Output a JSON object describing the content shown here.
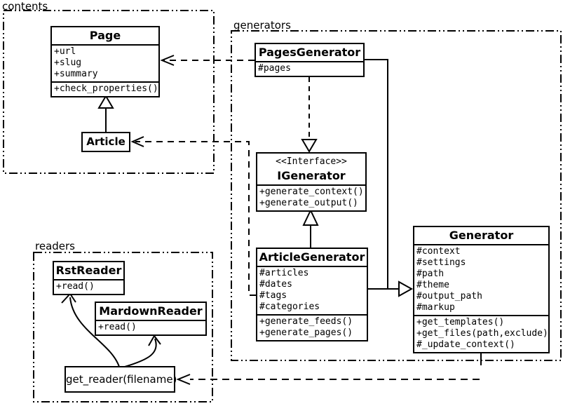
{
  "packages": {
    "contents": {
      "label": "contents"
    },
    "generators": {
      "label": "generators"
    },
    "readers": {
      "label": "readers"
    }
  },
  "classes": {
    "page": {
      "title": "Page",
      "attributes": [
        "+url",
        "+slug",
        "+summary"
      ],
      "methods": [
        "+check_properties()"
      ]
    },
    "article": {
      "title": "Article"
    },
    "pages_generator": {
      "title": "PagesGenerator",
      "attributes": [
        "#pages"
      ]
    },
    "igenerator": {
      "stereotype": "<<Interface>>",
      "title": "IGenerator",
      "methods": [
        "+generate_context()",
        "+generate_output()"
      ]
    },
    "article_generator": {
      "title": "ArticleGenerator",
      "attributes": [
        "#articles",
        "#dates",
        "#tags",
        "#categories"
      ],
      "methods": [
        "+generate_feeds()",
        "+generate_pages()"
      ]
    },
    "generator": {
      "title": "Generator",
      "attributes": [
        "#context",
        "#settings",
        "#path",
        "#theme",
        "#output_path",
        "#markup"
      ],
      "methods": [
        "+get_templates()",
        "+get_files(path,exclude)",
        "#_update_context()"
      ]
    },
    "rst_reader": {
      "title": "RstReader",
      "methods": [
        "+read()"
      ]
    },
    "mardown_reader": {
      "title": "MardownReader",
      "methods": [
        "+read()"
      ]
    },
    "get_reader": {
      "label": "get_reader(filename)"
    }
  },
  "colors": {
    "line": "#000000",
    "background": "#ffffff"
  }
}
